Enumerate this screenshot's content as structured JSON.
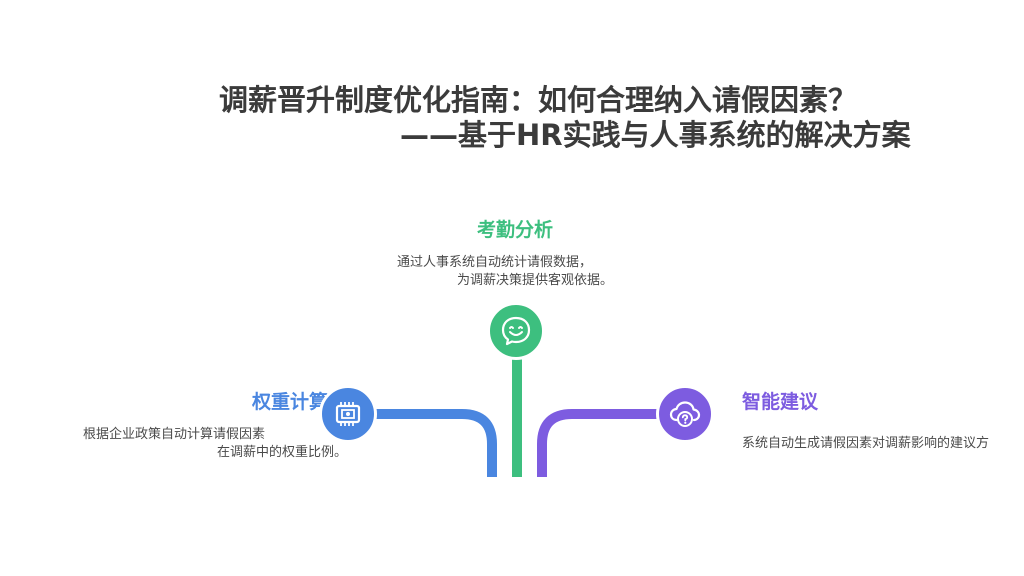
{
  "title": {
    "line1": "调薪晋升制度优化指南：如何合理纳入请假因素？",
    "line2": "——基于HR实践与人事系统的解决方案"
  },
  "nodes": {
    "attendance": {
      "title": "考勤分析",
      "desc_line1": "通过人事系统自动统计请假数据，",
      "desc_line2": "为调薪决策提供客观依据。",
      "color": "#3dbf7f",
      "icon": "chat-smile-icon"
    },
    "weight": {
      "title": "权重计算",
      "desc_line1": "根据企业政策自动计算请假因素",
      "desc_line2": "在调薪中的权重比例。",
      "color": "#4a86e0",
      "icon": "chip-icon"
    },
    "suggest": {
      "title": "智能建议",
      "desc_line1": "系统自动生成请假因素对调薪影响的建议方",
      "color": "#7d5ce0",
      "icon": "cloud-question-icon"
    }
  }
}
